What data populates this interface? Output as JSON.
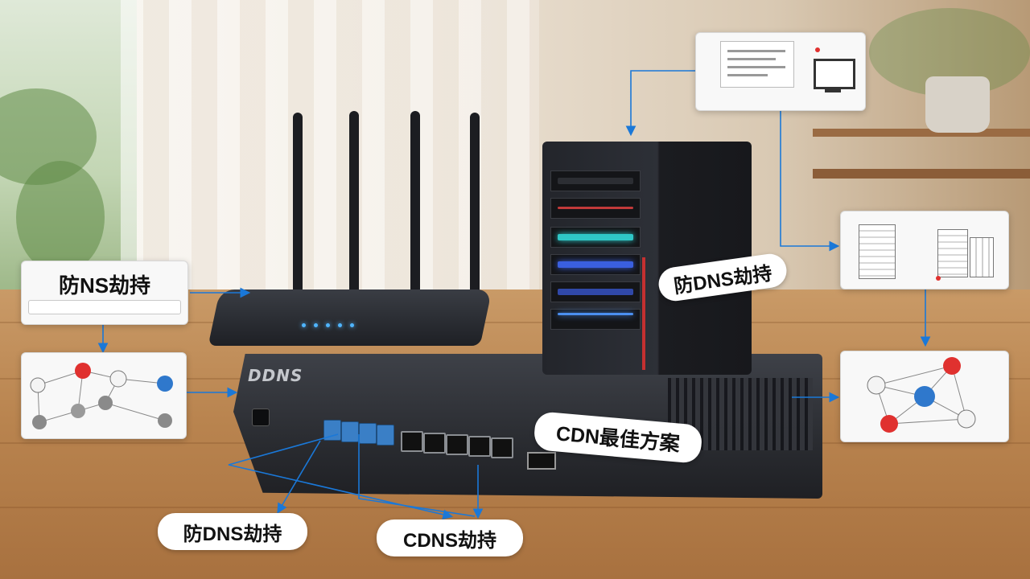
{
  "switch": {
    "brand": "DDNS"
  },
  "labels": {
    "top_left_title": "防NS劫持",
    "server_label": "防DNS劫持",
    "cdn_label": "CDN最佳方案",
    "bottom_left_label": "防DNS劫持",
    "bottom_center_label": "CDNS劫持"
  },
  "colors": {
    "arrow": "#1a78d8",
    "node_red": "#e0312f",
    "node_blue": "#2f78cc",
    "card_bg": "#f8f8f8"
  }
}
